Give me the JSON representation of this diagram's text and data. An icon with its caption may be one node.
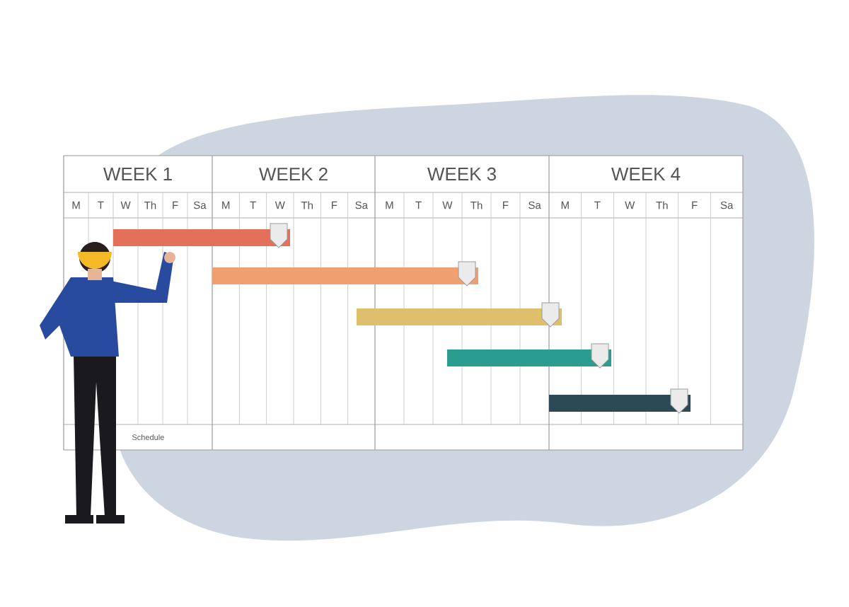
{
  "diagram": {
    "labels": [
      "WEEK 1",
      "WEEK 2",
      "WEEK 3",
      "WEEK 4",
      "M",
      "T",
      "W",
      "Th",
      "F",
      "Sa",
      "M",
      "T",
      "W",
      "Th",
      "F",
      "Sa",
      "M",
      "T",
      "W",
      "Th",
      "F",
      "Sa",
      "M",
      "T",
      "W",
      "Th",
      "F",
      "Sa",
      "Schedule"
    ]
  }
}
